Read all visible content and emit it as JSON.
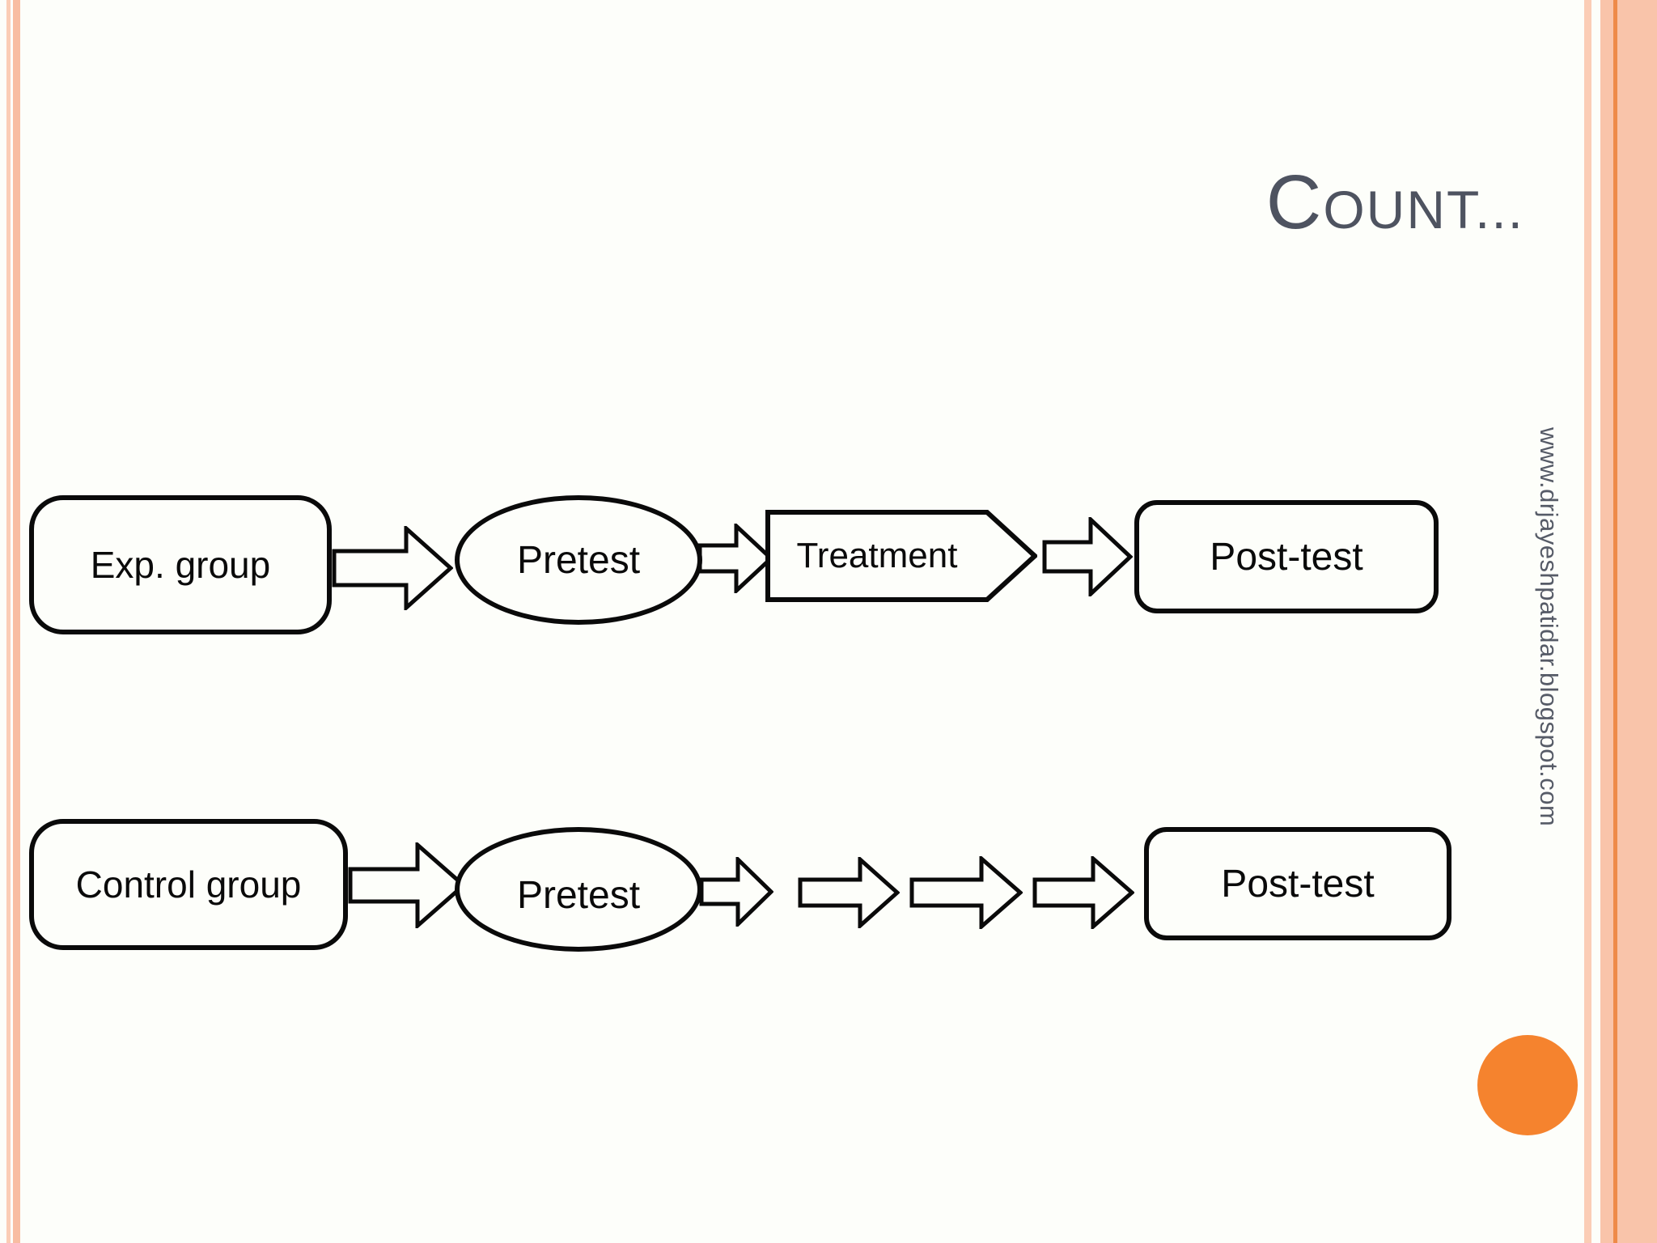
{
  "slide": {
    "title": {
      "lead": "C",
      "rest": "OUNT..."
    },
    "watermark": "www.drjayeshpatidar.blogspot.com",
    "colors": {
      "background": "#fdfefa",
      "title_text": "#4e5360",
      "watermark_text": "#565b67",
      "stripe_light": "#fbcdb6",
      "stripe_medium": "#f9c4aa",
      "stripe_accent_line": "#ee8a49",
      "shape_stroke": "#0a0a0a",
      "accent_circle": "#f5832e"
    }
  },
  "diagram": {
    "experimental": {
      "group": "Exp. group",
      "pretest": "Pretest",
      "treatment": "Treatment",
      "posttest": "Post-test"
    },
    "control": {
      "group": "Control group",
      "pretest": "Pretest",
      "posttest": "Post-test"
    }
  }
}
